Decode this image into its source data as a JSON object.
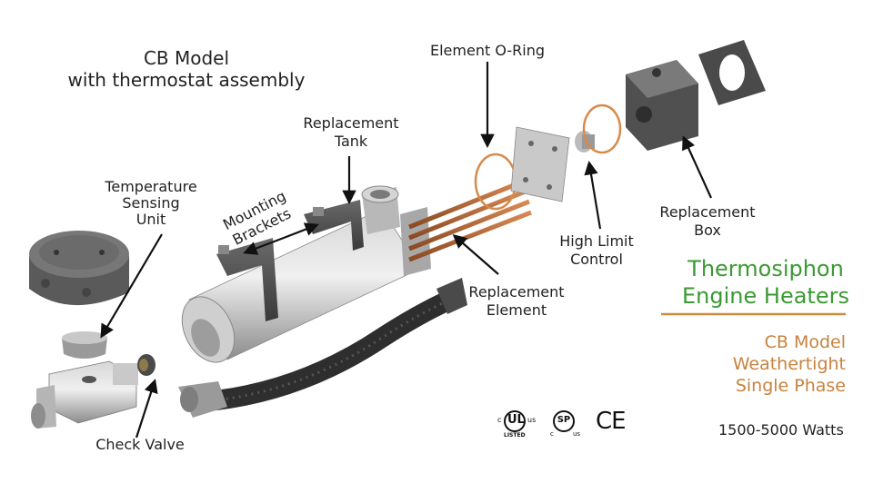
{
  "model_title": {
    "line1": "CB Model",
    "line2": "with thermostat assembly"
  },
  "labels": {
    "element_oring": "Element O-Ring",
    "replacement_tank": [
      "Replacement",
      "Tank"
    ],
    "temperature_sensing_unit": [
      "Temperature",
      "Sensing",
      "Unit"
    ],
    "mounting_brackets": [
      "Mounting",
      "Brackets"
    ],
    "replacement_box": [
      "Replacement",
      "Box"
    ],
    "high_limit_control": [
      "High Limit",
      "Control"
    ],
    "replacement_element": [
      "Replacement",
      "Element"
    ],
    "check_valve": "Check Valve"
  },
  "product": {
    "name_line1": "Thermosiphon",
    "name_line2": "Engine Heaters",
    "sub_line1": "CB  Model",
    "sub_line2": "Weathertight",
    "sub_line3": "Single Phase",
    "wattage": "1500-5000 Watts"
  },
  "certifications": {
    "ul_top": "UL",
    "ul_c": "c",
    "ul_us": "us",
    "ul_listed": "LISTED",
    "csa_text": "SP",
    "csa_c": "c",
    "csa_us": "us",
    "ce": "CE"
  },
  "colors": {
    "accent_green": "#3a9a32",
    "accent_orange": "#c8823e",
    "divider": "#d08a3a",
    "text": "#222222"
  }
}
